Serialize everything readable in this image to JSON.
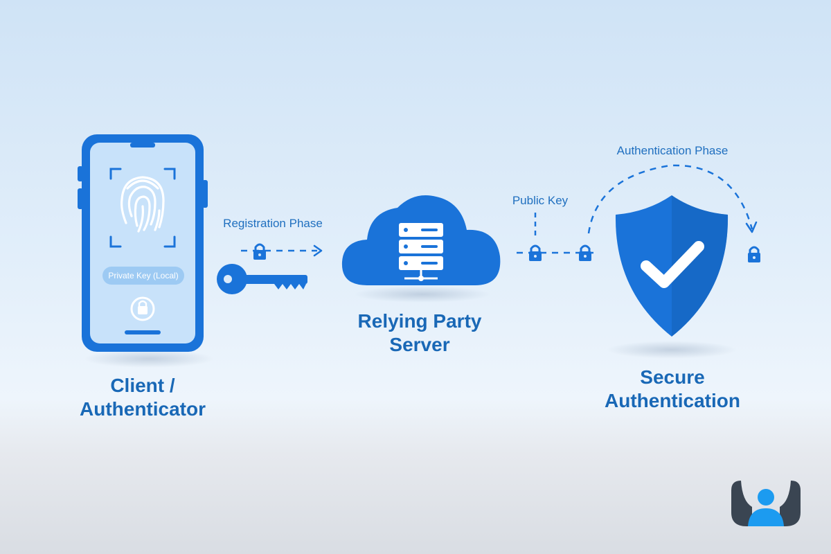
{
  "phone": {
    "pill_label": "Private Key (Local)"
  },
  "labels": {
    "registration_phase": "Registration Phase",
    "public_key": "Public Key",
    "authentication_phase": "Authentication Phase"
  },
  "nodes": {
    "client_line1": "Client /",
    "client_line2": "Authenticator",
    "server_line1": "Relying Party",
    "server_line2": "Server",
    "secure_line1": "Secure",
    "secure_line2": "Authentication"
  },
  "colors": {
    "primary": "#1a73d9",
    "primary_dark": "#1968b6",
    "phone_screen": "#c8e2fa",
    "pill": "#9dcaf3",
    "badge_dark": "#3a4552",
    "badge_accent": "#1c9bf0"
  }
}
